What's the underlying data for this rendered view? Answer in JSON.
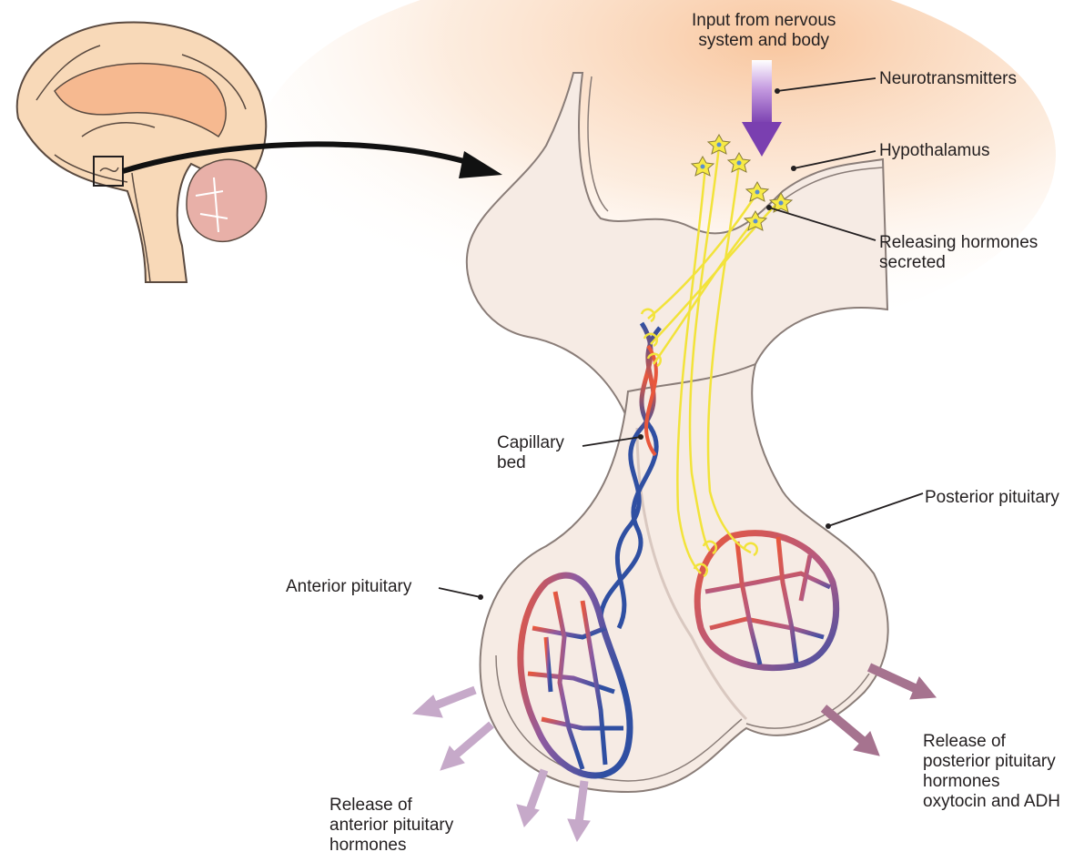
{
  "labels": {
    "input": "Input from nervous\nsystem and body",
    "neurotransmitters": "Neurotransmitters",
    "hypothalamus": "Hypothalamus",
    "releasing": "Releasing hormones\nsecreted",
    "capillary": "Capillary\nbed",
    "posterior": "Posterior pituitary",
    "anterior": "Anterior pituitary",
    "release_anterior": "Release of\nanterior pituitary\nhormones",
    "release_posterior": "Release of\nposterior pituitary\nhormones\noxytocin and ADH"
  },
  "colors": {
    "tissue_fill": "#f6ebe4",
    "tissue_outline": "#8a7d78",
    "brain_shade": "#f8c9a0",
    "vein": "#2f4fa2",
    "artery": "#e8573c",
    "axon": "#f2e33a",
    "input_arrow": "#7a3fb0",
    "release_arrow_anterior": "#c6a9c9",
    "release_arrow_posterior": "#a6738f"
  },
  "icons": {
    "brain": "brain-icon",
    "neuron": "neuron-cell-icon",
    "arrow": "arrow-icon"
  }
}
